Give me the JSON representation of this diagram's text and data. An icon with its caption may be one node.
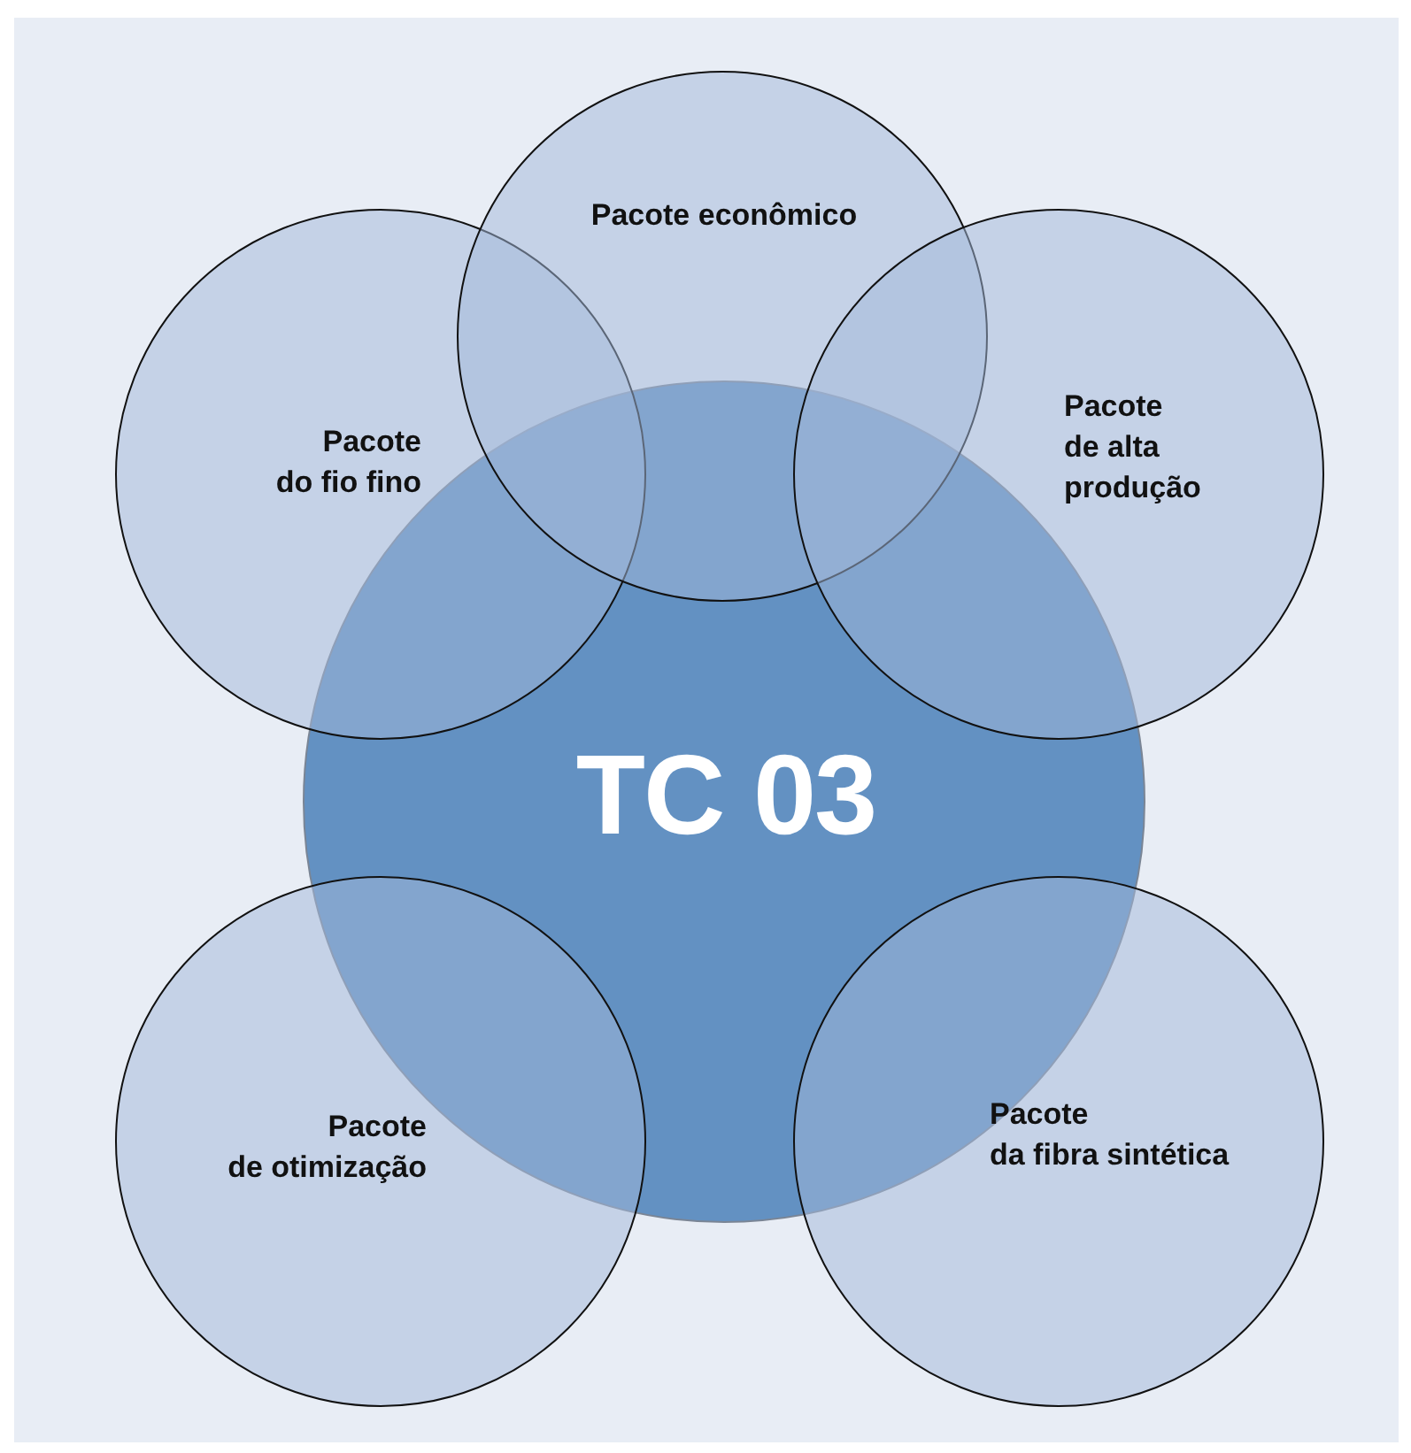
{
  "diagram": {
    "nodes": [
      {
        "text": [
          "Pacote econômico"
        ]
      },
      {
        "text": [
          "Pacote do fio fino"
        ]
      },
      {
        "text": [
          "Pacote de alta produção"
        ]
      },
      {
        "text": [
          "TC 03"
        ]
      },
      {
        "text": [
          "Pacote de otimização"
        ]
      },
      {
        "text": [
          "Pacote da fibra sintética"
        ]
      }
    ]
  }
}
